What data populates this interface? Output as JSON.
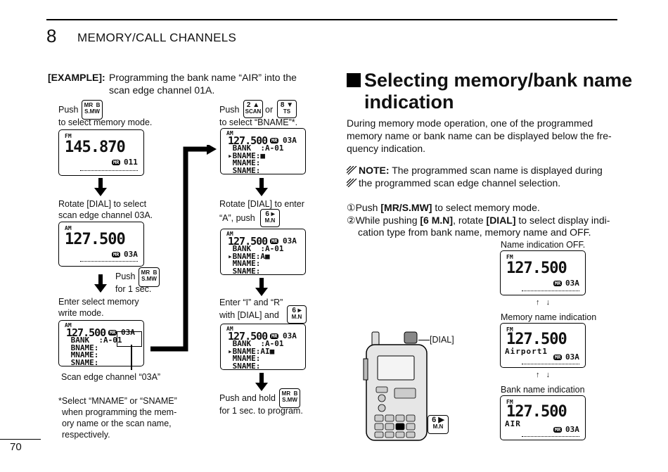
{
  "header": {
    "chapter_num": "8",
    "chapter_title": "MEMORY/CALL CHANNELS"
  },
  "page_number": "70",
  "example": {
    "label": "[EXAMPLE]:",
    "text1": "Programming the bank name “AIR” into the",
    "text2": "scan edge channel 01A."
  },
  "steps": {
    "push": "Push",
    "s1_tail": "to select memory mode.",
    "s2_line1": "Rotate [DIAL] to select",
    "s2_line2": "scan edge channel 03A.",
    "s3_push": "Push",
    "s3_tail": "for 1 sec.",
    "s4_line1": "Enter select memory",
    "s4_line2": "write mode.",
    "scan_edge_label": "Scan edge channel “03A”",
    "note_lines": [
      "*Select “MNAME” or “SNAME”",
      "when programming the mem-",
      "ory name or the scan name,",
      "respectively."
    ],
    "c2_push": "Push",
    "c2_or": "or",
    "c2_tail": "to select “BNAME”*.",
    "c2_rotate1": "Rotate [DIAL] to enter",
    "c2_rotate2": "“A”, push",
    "c2_enter1": "Enter “I” and “R”",
    "c2_enter2": "with [DIAL] and",
    "c2_hold1": "Push and hold",
    "c2_hold2": "for 1 sec. to program."
  },
  "keys": {
    "mr_top": "MR",
    "mr_b": "B",
    "mr_bottom": "S.MW",
    "k2_top": "2",
    "k2_bottom": "SCAN",
    "k8_top": "8",
    "k8_bottom": "TS",
    "k6_top": "6",
    "k6_bottom": "M.N"
  },
  "lcd": {
    "l1": {
      "tag": "FM",
      "freq": "145.870",
      "ch": "011"
    },
    "l2": {
      "tag": "AM",
      "freq": "127.500",
      "ch": "03A"
    },
    "l3": {
      "tag": "AM",
      "freq": "127.500",
      "ch": "03A",
      "rows": [
        "BANK  :A-01",
        "BNAME:",
        "MNAME:",
        "SNAME:"
      ]
    },
    "l4": {
      "tag": "AM",
      "freq": "127.500",
      "ch": "03A",
      "rows": [
        "BANK  :A-01",
        "BNAME:■",
        "MNAME:",
        "SNAME:"
      ]
    },
    "l5": {
      "tag": "AM",
      "freq": "127.500",
      "ch": "03A",
      "rows": [
        "BANK  :A-01",
        "BNAME:A■",
        "MNAME:",
        "SNAME:"
      ]
    },
    "l6": {
      "tag": "AM",
      "freq": "127.500",
      "ch": "03A",
      "rows": [
        "BANK  :A-01",
        "BNAME:AI■",
        "MNAME:",
        "SNAME:"
      ]
    },
    "r1": {
      "tag": "FM",
      "freq": "127.500",
      "ch": "03A"
    },
    "r2": {
      "tag": "FM",
      "freq": "127.500",
      "ch": "03A",
      "sub": "Airport1"
    },
    "r3": {
      "tag": "FM",
      "freq": "127.500",
      "ch": "03A",
      "sub": "AIR"
    },
    "mr_badge": "MR"
  },
  "section": {
    "title1": "Selecting memory/bank name",
    "title2": "indication",
    "para": [
      "During memory mode operation, one of the programmed",
      "memory name or bank name can be displayed below the fre-",
      "quency indication."
    ],
    "note_label": "NOTE:",
    "note1": "The programmed scan name is displayed during",
    "note2": "the programmed scan edge channel selection.",
    "step1_num": "①",
    "step1_a": "Push ",
    "step1_b": "[MR/S.MW]",
    "step1_c": " to select memory mode.",
    "step2_num": "②",
    "step2_a": "While pushing ",
    "step2_b": "[6 M.N]",
    "step2_c": ", rotate ",
    "step2_d": "[DIAL]",
    "step2_e": " to select display indi-",
    "step2_f": "cation type from bank name, memory name and OFF.",
    "label_off": "Name indication OFF.",
    "label_mem": "Memory name indication",
    "label_bank": "Bank name indication",
    "dial_label": "[DIAL]"
  }
}
